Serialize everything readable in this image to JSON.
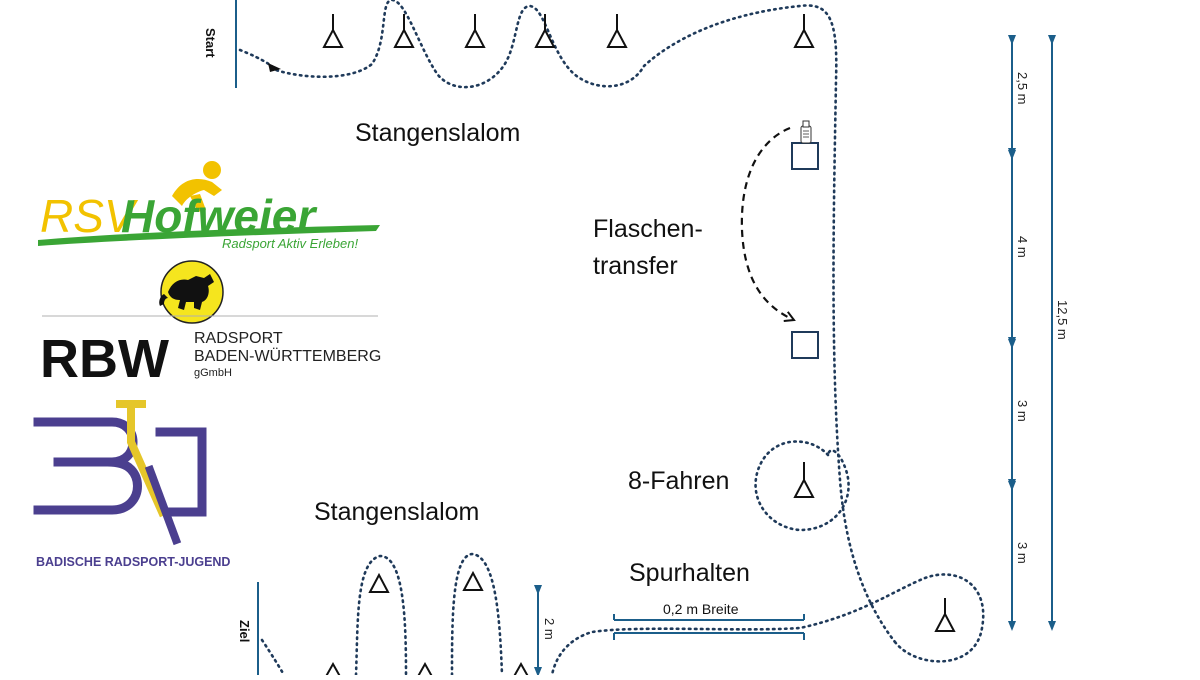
{
  "labels": {
    "start": "Start",
    "ziel": "Ziel",
    "slalom_top": "Stangenslalom",
    "slalom_bottom": "Stangenslalom",
    "flaschen_line1": "Flaschen-",
    "flaschen_line2": "transfer",
    "acht": "8-Fahren",
    "spur": "Spurhalten",
    "breite": "0,2 m Breite"
  },
  "dimensions": {
    "d1": "2,5 m",
    "d2": "4 m",
    "d3": "3 m",
    "d4": "3 m",
    "total": "12,5 m",
    "slalom_gap": "2 m"
  },
  "logos": {
    "rsv_part1": "RSV",
    "rsv_part2": "Hofweier",
    "rsv_slogan": "Radsport Aktiv Erleben!",
    "rbw_short": "RBW",
    "rbw_line1": "RADSPORT",
    "rbw_line2": "BADEN-WÜRTTEMBERG",
    "rbw_line3": "gGmbH",
    "brj_name": "BADISCHE RADSPORT-JUGEND"
  },
  "colors": {
    "path": "#1f3a5a",
    "dimension": "#1b5e8a",
    "rsv_green": "#3aa535",
    "rsv_yellow": "#f2c200",
    "brj_purple": "#4b3f8f",
    "brj_yellow": "#e5c62a"
  }
}
